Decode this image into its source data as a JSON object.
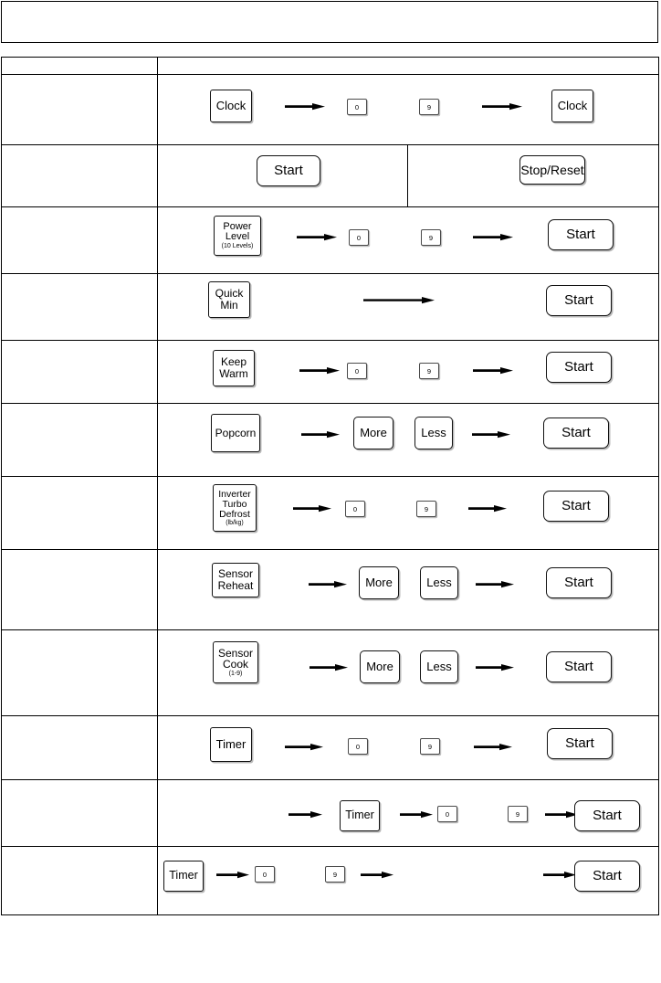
{
  "document": {
    "type": "microwave-control-panel-operation-chart",
    "top_box": {
      "text": ""
    },
    "table": {
      "header": {
        "col1": "",
        "col2": ""
      },
      "columns": [
        "",
        ""
      ]
    }
  },
  "icons": {
    "arrow": "right-arrow-icon"
  },
  "rows": [
    {
      "id": "set-clock",
      "label": "",
      "steps": [
        {
          "kind": "button",
          "lines": [
            "Clock"
          ],
          "sub": ""
        },
        {
          "kind": "arrow"
        },
        {
          "kind": "numkey",
          "value": "0"
        },
        {
          "kind": "numkey",
          "value": "9"
        },
        {
          "kind": "arrow"
        },
        {
          "kind": "button",
          "lines": [
            "Clock"
          ],
          "sub": ""
        }
      ]
    },
    {
      "id": "start-stop",
      "label": "",
      "split": true,
      "left_button": {
        "kind": "button",
        "lines": [
          "Start"
        ]
      },
      "right_button": {
        "kind": "button",
        "lines": [
          "Stop/Reset"
        ]
      }
    },
    {
      "id": "power-level",
      "label": "",
      "steps": [
        {
          "kind": "button",
          "lines": [
            "Power",
            "Level"
          ],
          "sub": "(10 Levels)"
        },
        {
          "kind": "arrow"
        },
        {
          "kind": "numkey",
          "value": "0"
        },
        {
          "kind": "numkey",
          "value": "9"
        },
        {
          "kind": "arrow"
        },
        {
          "kind": "button",
          "lines": [
            "Start"
          ]
        }
      ]
    },
    {
      "id": "quick-min",
      "label": "",
      "steps": [
        {
          "kind": "button",
          "lines": [
            "Quick",
            "Min"
          ]
        },
        {
          "kind": "arrow-long"
        },
        {
          "kind": "button",
          "lines": [
            "Start"
          ]
        }
      ]
    },
    {
      "id": "keep-warm",
      "label": "",
      "steps": [
        {
          "kind": "button",
          "lines": [
            "Keep",
            "Warm"
          ]
        },
        {
          "kind": "arrow"
        },
        {
          "kind": "numkey",
          "value": "0"
        },
        {
          "kind": "numkey",
          "value": "9"
        },
        {
          "kind": "arrow"
        },
        {
          "kind": "button",
          "lines": [
            "Start"
          ]
        }
      ]
    },
    {
      "id": "popcorn",
      "label": "",
      "steps": [
        {
          "kind": "button",
          "lines": [
            "Popcorn"
          ]
        },
        {
          "kind": "arrow"
        },
        {
          "kind": "button",
          "lines": [
            "More"
          ]
        },
        {
          "kind": "button",
          "lines": [
            "Less"
          ]
        },
        {
          "kind": "arrow"
        },
        {
          "kind": "button",
          "lines": [
            "Start"
          ]
        }
      ]
    },
    {
      "id": "inverter-turbo-defrost",
      "label": "",
      "steps": [
        {
          "kind": "button",
          "lines": [
            "Inverter",
            "Turbo",
            "Defrost"
          ],
          "sub": "(lb/kg)"
        },
        {
          "kind": "arrow"
        },
        {
          "kind": "numkey",
          "value": "0"
        },
        {
          "kind": "numkey",
          "value": "9"
        },
        {
          "kind": "arrow"
        },
        {
          "kind": "button",
          "lines": [
            "Start"
          ]
        }
      ]
    },
    {
      "id": "sensor-reheat",
      "label": "",
      "steps": [
        {
          "kind": "button",
          "lines": [
            "Sensor",
            "Reheat"
          ]
        },
        {
          "kind": "arrow"
        },
        {
          "kind": "button",
          "lines": [
            "More"
          ]
        },
        {
          "kind": "button",
          "lines": [
            "Less"
          ]
        },
        {
          "kind": "arrow"
        },
        {
          "kind": "button",
          "lines": [
            "Start"
          ]
        }
      ]
    },
    {
      "id": "sensor-cook",
      "label": "",
      "steps": [
        {
          "kind": "button",
          "lines": [
            "Sensor",
            "Cook"
          ],
          "sub": "(1-9)"
        },
        {
          "kind": "arrow"
        },
        {
          "kind": "button",
          "lines": [
            "More"
          ]
        },
        {
          "kind": "button",
          "lines": [
            "Less"
          ]
        },
        {
          "kind": "arrow"
        },
        {
          "kind": "button",
          "lines": [
            "Start"
          ]
        }
      ]
    },
    {
      "id": "timer-a",
      "label": "",
      "steps": [
        {
          "kind": "button",
          "lines": [
            "Timer"
          ]
        },
        {
          "kind": "arrow"
        },
        {
          "kind": "numkey",
          "value": "0"
        },
        {
          "kind": "numkey",
          "value": "9"
        },
        {
          "kind": "arrow"
        },
        {
          "kind": "button",
          "lines": [
            "Start"
          ]
        }
      ]
    },
    {
      "id": "timer-b",
      "label": "",
      "steps": [
        {
          "kind": "arrow"
        },
        {
          "kind": "button",
          "lines": [
            "Timer"
          ]
        },
        {
          "kind": "arrow"
        },
        {
          "kind": "numkey",
          "value": "0"
        },
        {
          "kind": "numkey",
          "value": "9"
        },
        {
          "kind": "arrow"
        },
        {
          "kind": "button",
          "lines": [
            "Start"
          ]
        }
      ]
    },
    {
      "id": "timer-c",
      "label": "",
      "steps": [
        {
          "kind": "button",
          "lines": [
            "Timer"
          ]
        },
        {
          "kind": "arrow"
        },
        {
          "kind": "numkey",
          "value": "0"
        },
        {
          "kind": "numkey",
          "value": "9"
        },
        {
          "kind": "arrow"
        },
        {
          "kind": "arrow"
        },
        {
          "kind": "button",
          "lines": [
            "Start"
          ]
        }
      ]
    }
  ],
  "labels": {
    "clock": "Clock",
    "start": "Start",
    "stop_reset": "Stop/Reset",
    "power_level_1": "Power",
    "power_level_2": "Level",
    "power_level_sub": "(10 Levels)",
    "quick_1": "Quick",
    "quick_2": "Min",
    "keep_1": "Keep",
    "keep_2": "Warm",
    "popcorn": "Popcorn",
    "more": "More",
    "less": "Less",
    "inv_1": "Inverter",
    "inv_2": "Turbo",
    "inv_3": "Defrost",
    "inv_sub": "(lb/kg)",
    "sensor_reheat_1": "Sensor",
    "sensor_reheat_2": "Reheat",
    "sensor_cook_1": "Sensor",
    "sensor_cook_2": "Cook",
    "sensor_cook_sub": "(1-9)",
    "timer": "Timer",
    "zero": "0",
    "nine": "9"
  },
  "colors": {
    "border": "#000000",
    "button_border": "#111111",
    "key_border": "#4a4a4a",
    "shadow": "#bdbdbd",
    "background": "#ffffff"
  }
}
